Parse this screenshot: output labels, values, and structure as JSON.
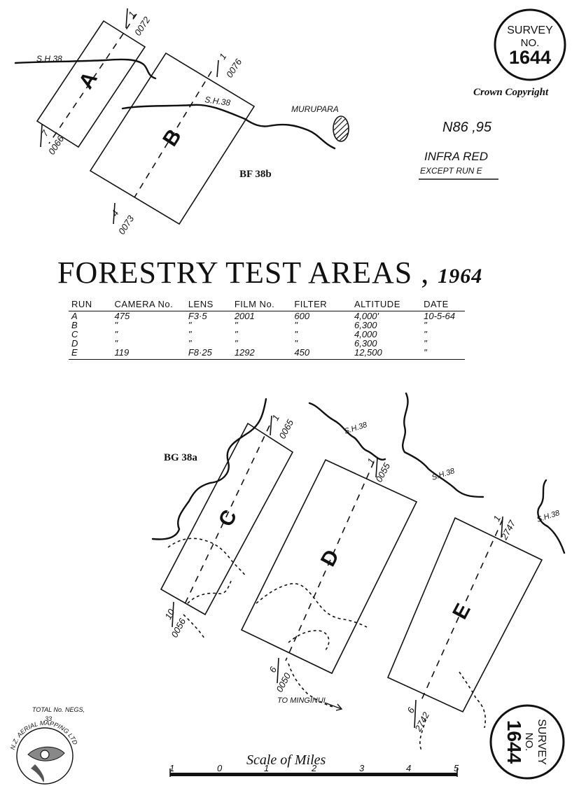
{
  "survey_stamp": {
    "top": {
      "line1": "SURVEY",
      "line2": "NO.",
      "number": "1644"
    },
    "bottom": {
      "line1": "SURVEY",
      "line2": "NO.",
      "number": "1644"
    }
  },
  "crown_copyright": "Crown Copyright",
  "sheet_ref": "N86 ,95",
  "film_note": {
    "line1": "INFRA RED",
    "line2": "EXCEPT RUN E"
  },
  "map_sheets": {
    "upper": "BF 38b",
    "lower": "BG 38a"
  },
  "place_labels": {
    "murupara": "MURUPARA",
    "minginui": "TO MINGINUI"
  },
  "road_label": "S.H.38",
  "title": {
    "main": "FORESTRY TEST AREAS",
    "sep": " ,",
    "year": "1964"
  },
  "table": {
    "headers": [
      "RUN",
      "CAMERA No.",
      "LENS",
      "FILM No.",
      "FILTER",
      "ALTITUDE",
      "DATE"
    ],
    "rows": [
      [
        "A",
        "475",
        "F3·5",
        "2001",
        "600",
        "4,000'",
        "10-5-64"
      ],
      [
        "B",
        "\"",
        "\"",
        "\"",
        "\"",
        "6,300",
        "\""
      ],
      [
        "C",
        "\"",
        "\"",
        "\"",
        "\"",
        "4,000",
        "\""
      ],
      [
        "D",
        "\"",
        "\"",
        "\"",
        "\"",
        "6,300",
        "\""
      ],
      [
        "E",
        "119",
        "F8·25",
        "1292",
        "450",
        "12,500",
        "\""
      ]
    ]
  },
  "runs": [
    {
      "letter": "A",
      "start_run": "7",
      "start_frame": "0066",
      "end_run": "1",
      "end_frame": "0072"
    },
    {
      "letter": "B",
      "start_run": "4",
      "start_frame": "0073",
      "end_run": "1",
      "end_frame": "0076"
    },
    {
      "letter": "C",
      "start_run": "10",
      "start_frame": "0056",
      "end_run": "1",
      "end_frame": "0065"
    },
    {
      "letter": "D",
      "start_run": "6",
      "start_frame": "0050",
      "end_run": "1",
      "end_frame": "0055"
    },
    {
      "letter": "E",
      "start_run": "6",
      "start_frame": "2742",
      "end_run": "1",
      "end_frame": "2747"
    }
  ],
  "total_negs": {
    "label_line1": "TOTAL No. NEGS,",
    "value": "33"
  },
  "logo_text": "N.Z. AERIAL MAPPING LTD",
  "scale": {
    "title": "Scale of Miles",
    "ticks": [
      "1",
      "0",
      "1",
      "2",
      "3",
      "4",
      "5"
    ]
  }
}
